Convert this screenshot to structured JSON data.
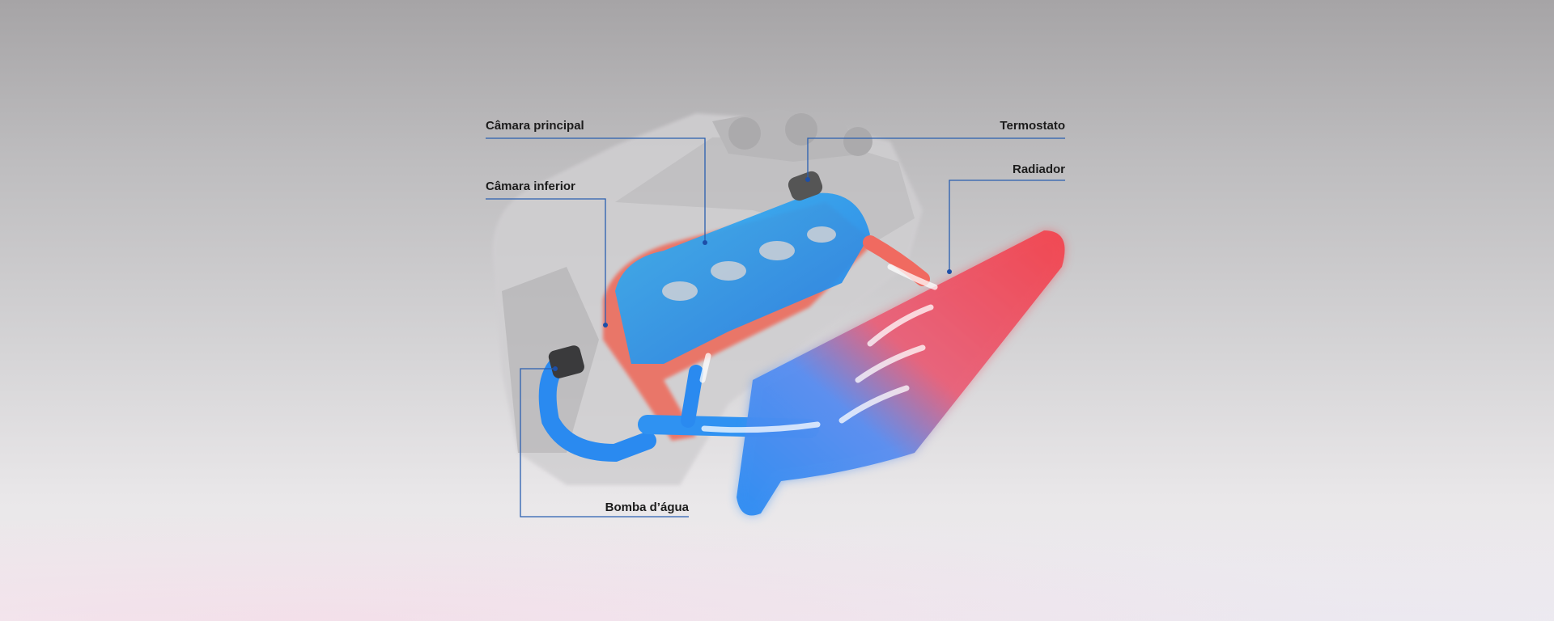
{
  "labels": {
    "main_chamber": "Câmara principal",
    "lower_chamber": "Câmara inferior",
    "thermostat": "Termostato",
    "radiator": "Radiador",
    "water_pump": "Bomba d’água"
  },
  "colors": {
    "leader_line": "#2a5fb0",
    "coolant_cold": "#2f8ff0",
    "coolant_hot": "#f0505a"
  }
}
